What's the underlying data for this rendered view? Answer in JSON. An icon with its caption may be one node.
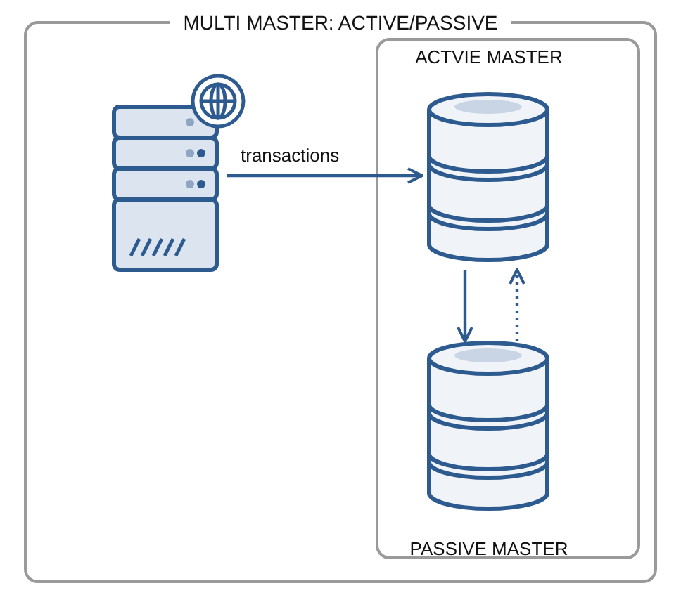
{
  "diagram": {
    "nodes": [
      {
        "text": [
          "MULTI MASTER: ACTIVE/PASSIVE"
        ]
      },
      {
        "text": [],
        "shape": "box",
        "in": 0
      },
      {
        "text": [],
        "shape": "server",
        "in": 0
      },
      {
        "text": [
          "ACTVIE MASTER"
        ],
        "in": 1
      },
      {
        "text": [
          "PASSIVE MASTER"
        ],
        "in": 1
      }
    ],
    "edges": [
      {
        "from": 2,
        "to": 3,
        "arrow": "to",
        "label": "transactions"
      },
      {
        "from": 3,
        "to": 4,
        "arrow": "to"
      },
      {
        "from": 4,
        "to": 3,
        "arrow": "to",
        "style": "dashed"
      }
    ]
  }
}
